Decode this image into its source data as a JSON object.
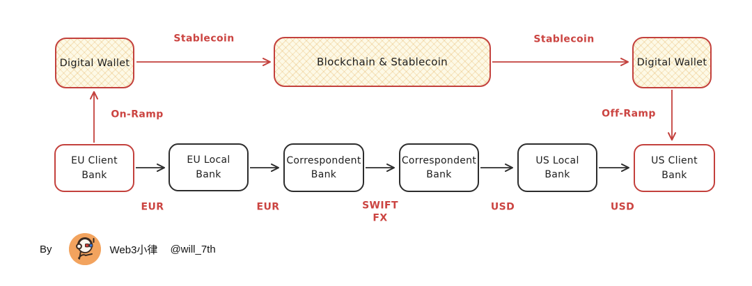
{
  "nodes": {
    "wallet_left": {
      "label": "Digital Wallet"
    },
    "blockchain": {
      "label": "Blockchain & Stablecoin"
    },
    "wallet_right": {
      "label": "Digital Wallet"
    }
  },
  "banks": [
    {
      "name": "EU Client\nBank"
    },
    {
      "name": "EU Local\nBank"
    },
    {
      "name": "Correspondent\nBank"
    },
    {
      "name": "Correspondent\nBank"
    },
    {
      "name": "US Local\nBank"
    },
    {
      "name": "US Client\nBank"
    }
  ],
  "edge_labels": {
    "stablecoin_left": "Stablecoin",
    "stablecoin_right": "Stablecoin",
    "on_ramp": "On-Ramp",
    "off_ramp": "Off-Ramp",
    "eur_1": "EUR",
    "eur_2": "EUR",
    "swift_fx": "SWIFT\nFX",
    "usd_1": "USD",
    "usd_2": "USD"
  },
  "footer": {
    "by": "By",
    "author": "Web3小律",
    "handle": "@will_7th",
    "avatar_icon": "headphones-cartoon-avatar"
  },
  "colors": {
    "accent_red": "#c3403c",
    "label_red": "#cb4441",
    "stroke_black": "#2c2c2c",
    "node_fill": "#fdf9e6",
    "avatar_orange": "#f2a35e"
  }
}
